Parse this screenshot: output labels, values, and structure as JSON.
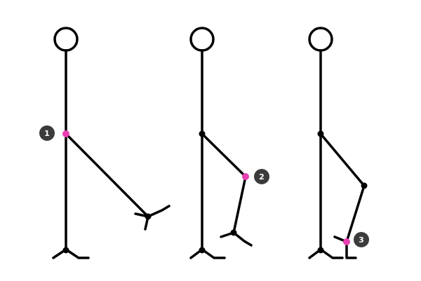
{
  "figures": [
    {
      "id": "figure-1",
      "step_label": "1",
      "highlighted_joint": "hip"
    },
    {
      "id": "figure-2",
      "step_label": "2",
      "highlighted_joint": "knee"
    },
    {
      "id": "figure-3",
      "step_label": "3",
      "highlighted_joint": "ankle"
    }
  ],
  "colors": {
    "stroke": "#000000",
    "highlight": "#e83fb3",
    "badge": "#3b3b3b",
    "badge_text": "#ffffff",
    "background": "#ffffff"
  }
}
